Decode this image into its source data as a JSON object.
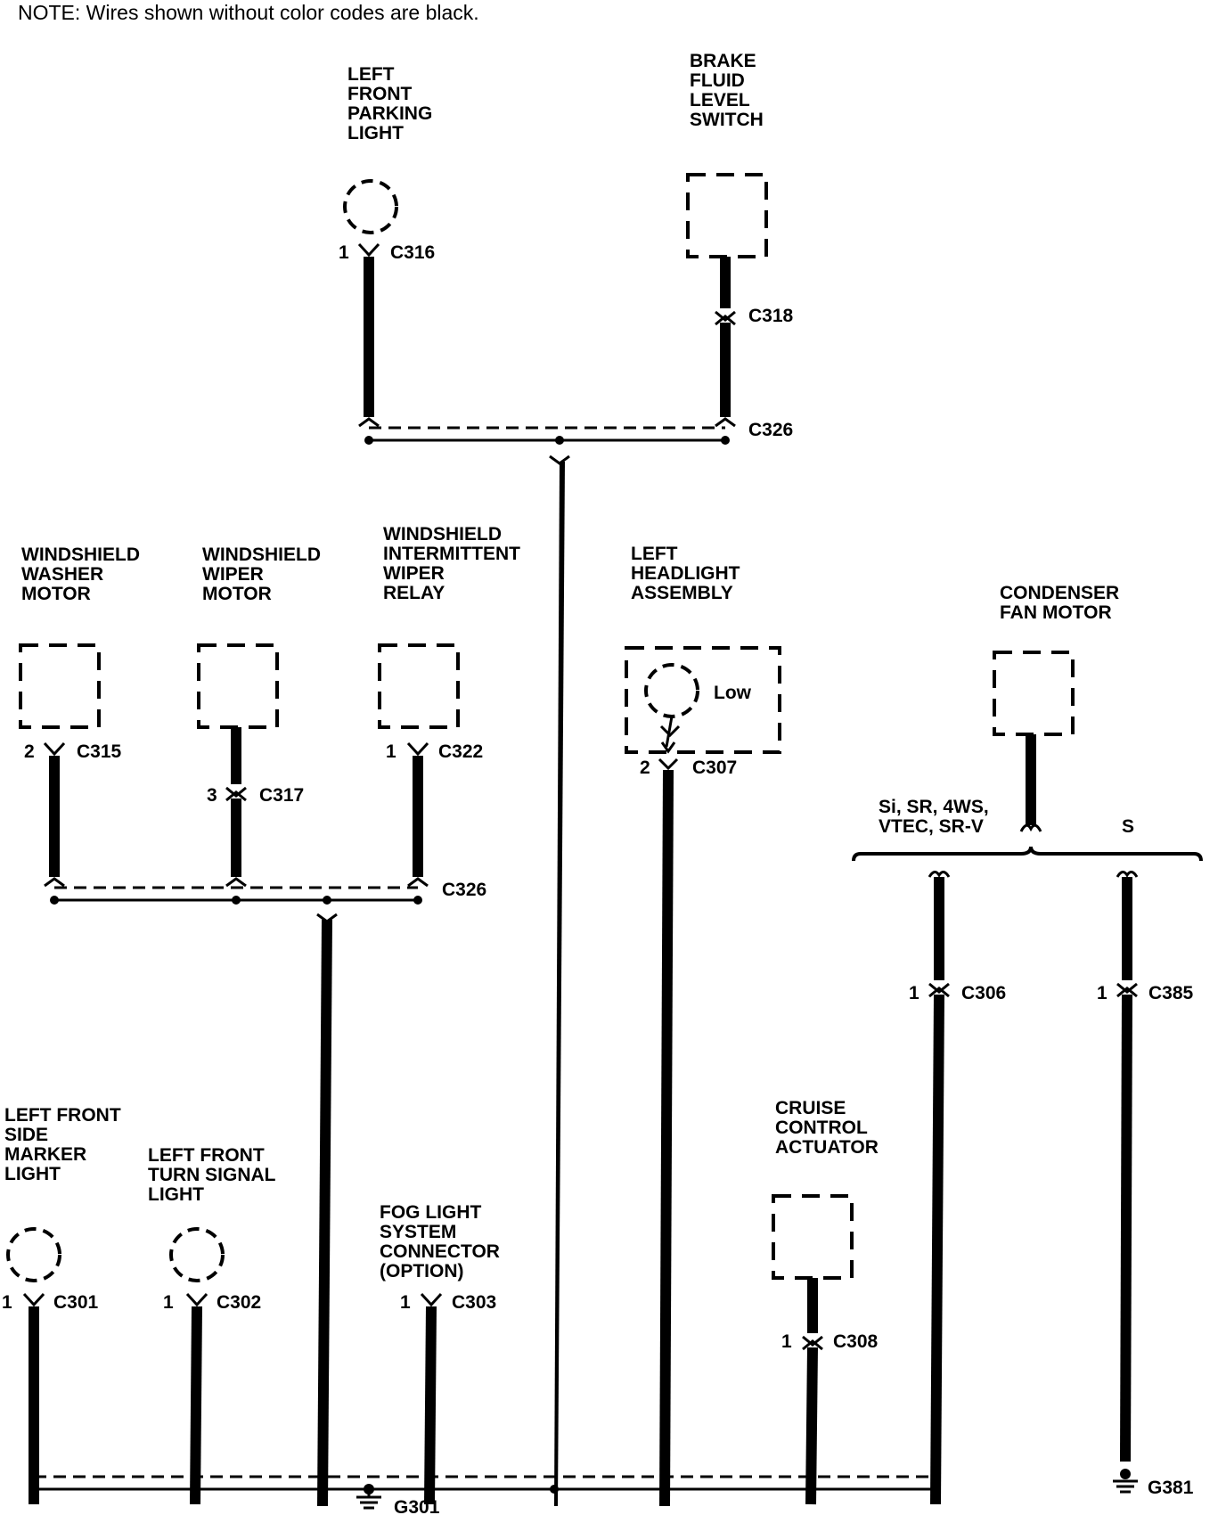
{
  "note": "NOTE: Wires shown without color codes are black.",
  "components": {
    "left_front_parking_light": [
      "LEFT",
      "FRONT",
      "PARKING",
      "LIGHT"
    ],
    "brake_fluid_level_switch": [
      "BRAKE",
      "FLUID",
      "LEVEL",
      "SWITCH"
    ],
    "windshield_washer_motor": [
      "WINDSHIELD",
      "WASHER",
      "MOTOR"
    ],
    "windshield_wiper_motor": [
      "WINDSHIELD",
      "WIPER",
      "MOTOR"
    ],
    "windshield_intermittent_wiper_relay": [
      "WINDSHIELD",
      "INTERMITTENT",
      "WIPER",
      "RELAY"
    ],
    "left_headlight_assembly": [
      "LEFT",
      "HEADLIGHT",
      "ASSEMBLY"
    ],
    "headlight_low": "Low",
    "condenser_fan_motor": [
      "CONDENSER",
      "FAN MOTOR"
    ],
    "cruise_control_actuator": [
      "CRUISE",
      "CONTROL",
      "ACTUATOR"
    ],
    "left_front_side_marker_light": [
      "LEFT FRONT",
      "SIDE",
      "MARKER",
      "LIGHT"
    ],
    "left_front_turn_signal_light": [
      "LEFT FRONT",
      "TURN SIGNAL",
      "LIGHT"
    ],
    "fog_light_system_connector": [
      "FOG LIGHT",
      "SYSTEM",
      "CONNECTOR",
      "(OPTION)"
    ]
  },
  "variants": {
    "left": [
      "Si, SR, 4WS,",
      "VTEC, SR-V"
    ],
    "right": "S"
  },
  "connectors": {
    "c316": "C316",
    "c316_pin": "1",
    "c318": "C318",
    "c326_top": "C326",
    "c315": "C315",
    "c315_pin": "2",
    "c317": "C317",
    "c317_pin": "3",
    "c322": "C322",
    "c322_pin": "1",
    "c326_mid": "C326",
    "c307": "C307",
    "c307_pin": "2",
    "c306": "C306",
    "c306_pin": "1",
    "c385": "C385",
    "c385_pin": "1",
    "c308": "C308",
    "c308_pin": "1",
    "c301": "C301",
    "c301_pin": "1",
    "c302": "C302",
    "c302_pin": "1",
    "c303": "C303",
    "c303_pin": "1"
  },
  "grounds": {
    "g301": "G301",
    "g381": "G381"
  }
}
